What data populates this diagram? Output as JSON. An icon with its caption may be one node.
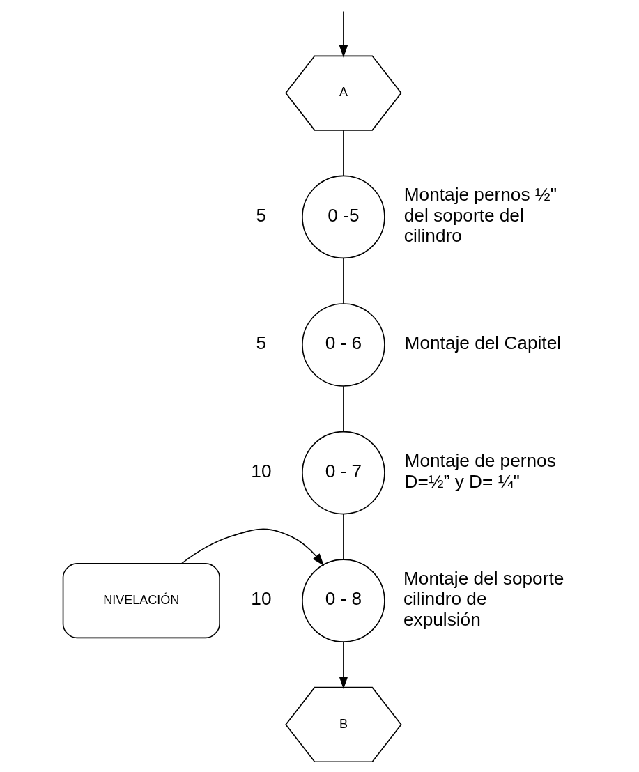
{
  "diagram": {
    "nodes": [
      {
        "text": [
          "A"
        ]
      },
      {
        "text": [
          "0 -5"
        ],
        "beside": [
          "5",
          "Montaje pernos ½\" del soporte del cilindro"
        ]
      },
      {
        "text": [
          "0 - 6"
        ],
        "beside": [
          "5",
          "Montaje del Capitel"
        ]
      },
      {
        "text": [
          "0 - 7"
        ],
        "beside": [
          "10",
          "Montaje de pernos D=½” y D= ¼\""
        ]
      },
      {
        "text": [
          "NIVELACIÓN"
        ]
      },
      {
        "text": [
          "0 - 8"
        ],
        "beside": [
          "10",
          "Montaje del soporte cilindro de expulsión"
        ]
      },
      {
        "text": [
          "B"
        ]
      }
    ],
    "edges": [
      {
        "from": null,
        "to": 0,
        "arrow": "to"
      },
      {
        "from": 0,
        "to": 1,
        "arrow": "none"
      },
      {
        "from": 1,
        "to": 2,
        "arrow": "none"
      },
      {
        "from": 2,
        "to": 3,
        "arrow": "none"
      },
      {
        "from": 3,
        "to": 5,
        "arrow": "none"
      },
      {
        "from": 4,
        "to": 5,
        "arrow": "to"
      },
      {
        "from": 5,
        "to": 6,
        "arrow": "to"
      }
    ]
  }
}
